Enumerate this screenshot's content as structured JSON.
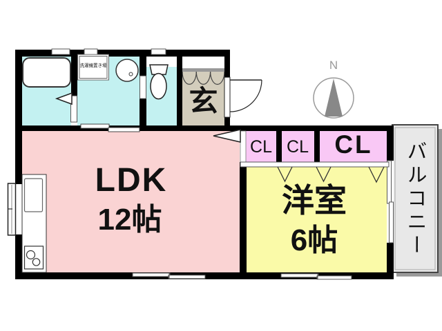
{
  "compass": {
    "north_label": "N"
  },
  "rooms": {
    "ldk": {
      "line1": "LDK",
      "line2": "12帖",
      "fill": "#fad3d3"
    },
    "western_room": {
      "line1": "洋室",
      "line2": "6帖",
      "fill": "#fafaa8"
    },
    "entrance": {
      "label": "玄",
      "fill": "#d3cdbc"
    },
    "balcony": {
      "label": "バルコニー",
      "fill": "#e8e8e8"
    },
    "bathroom": {
      "fill": "#c3f1f1"
    },
    "washroom": {
      "label": "洗濯機置き場",
      "fill": "#c3f1f1"
    },
    "toilet": {
      "fill": "#c3f1f1"
    }
  },
  "closets": {
    "labels": [
      "CL",
      "CL",
      "CL"
    ],
    "fill": "#f9c8f5"
  },
  "colors": {
    "wall": "#000000",
    "fixture_line": "#333333",
    "compass_gray": "#888888"
  }
}
